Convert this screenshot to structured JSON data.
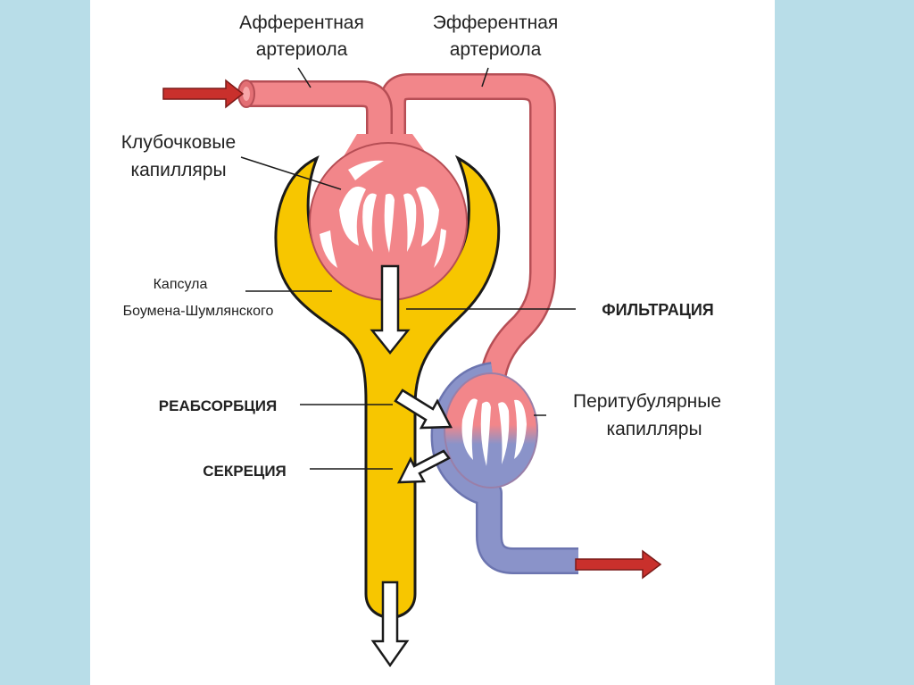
{
  "labels": {
    "afferent_line1": "Афферентная",
    "afferent_line2": "артериола",
    "efferent_line1": "Эфферентная",
    "efferent_line2": "артериола",
    "glomerular_line1": "Клубочковые",
    "glomerular_line2": "капилляры",
    "capsule_line1": "Капсула",
    "capsule_line2": "Боумена-Шумлянского",
    "filtration": "ФИЛЬТРАЦИЯ",
    "reabsorption": "РЕАБСОРБЦИЯ",
    "secretion": "СЕКРЕЦИЯ",
    "peritubular_line1": "Перитубулярные",
    "peritubular_line2": "капилляры"
  },
  "colors": {
    "outer_background": "#b8dde8",
    "panel": "#ffffff",
    "vessel_pink": "#f2868a",
    "vessel_dark_pink": "#e36f74",
    "vessel_blue": "#8a93c9",
    "tubule_yellow": "#f7c600",
    "arrow_red": "#c9302c",
    "outline": "#1a1a1a"
  }
}
